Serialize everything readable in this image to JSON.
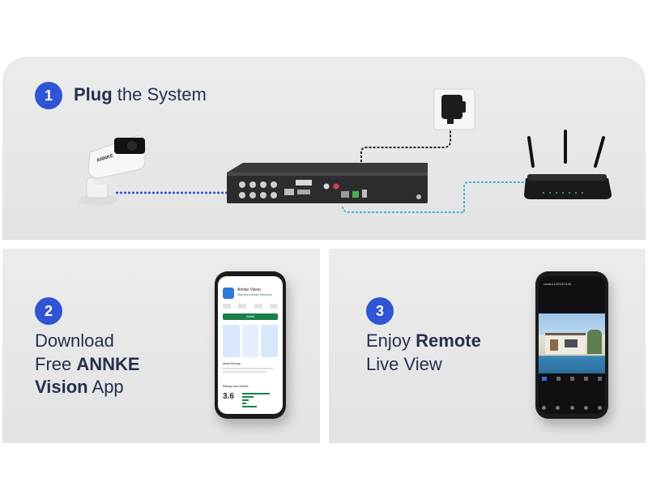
{
  "colors": {
    "accent": "#2f55d4",
    "panel_bg": "#e6e6e6",
    "cable_blue": "#2f55d4",
    "cable_cyan": "#3fb7e0",
    "cable_black": "#222222"
  },
  "steps": [
    {
      "number": "1",
      "title_bold": "Plug",
      "title_rest": " the System"
    },
    {
      "number": "2",
      "line1": "Download",
      "line2_plain": "Free ",
      "line2_bold": "ANNKE",
      "line3_bold": "Vision",
      "line3_plain": " App"
    },
    {
      "number": "3",
      "line1_plain": "Enjoy ",
      "line1_bold": "Remote",
      "line2": "Live View"
    }
  ],
  "devices": {
    "camera": {
      "icon": "bullet-camera-icon",
      "label": "ANNKE"
    },
    "dvr": {
      "icon": "dvr-recorder-icon"
    },
    "adapter": {
      "icon": "power-adapter-icon"
    },
    "router": {
      "icon": "wifi-router-icon"
    }
  },
  "app_store_phone": {
    "app_name": "Annke Vision",
    "developer": "Shenzhen Annke Electronic",
    "rating": "3.6",
    "install_label": "Install",
    "about_label": "About this app",
    "ratings_label": "Ratings and reviews"
  },
  "live_view_phone": {
    "header": "camera 10/20/23 5:08"
  }
}
